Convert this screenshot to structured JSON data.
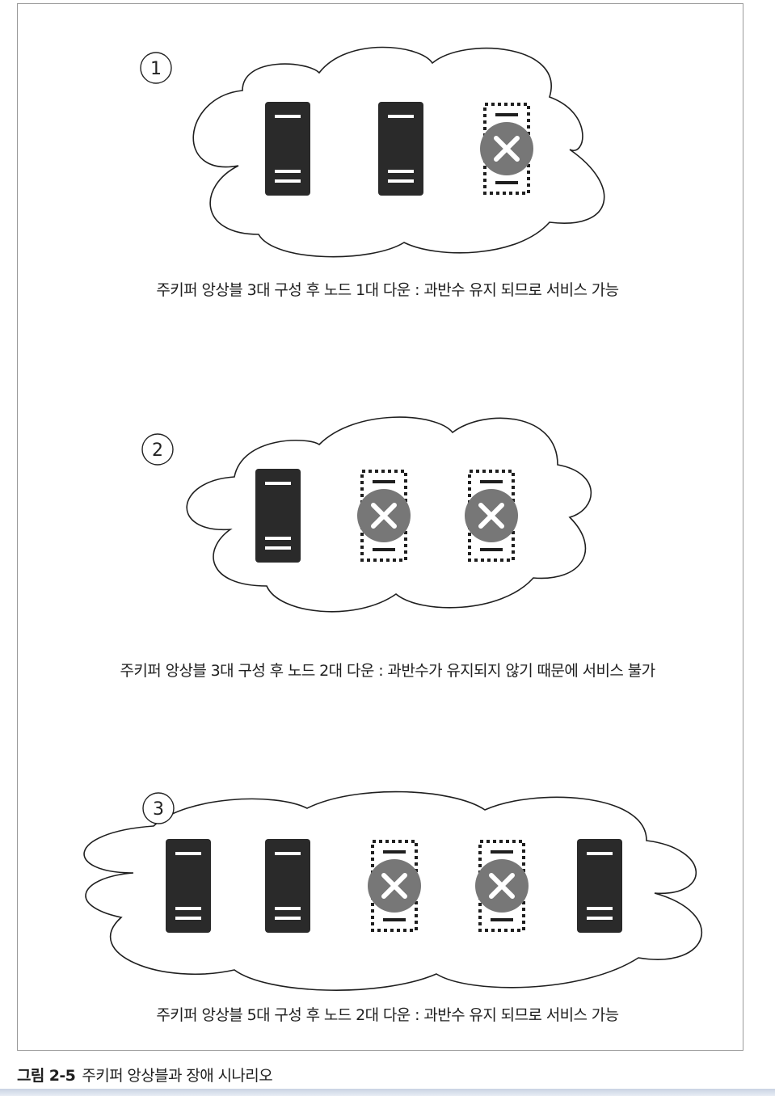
{
  "scenarios": [
    {
      "number": "1",
      "caption": "주키퍼 앙상블 3대 구성 후 노드 1대 다운 : 과반수 유지 되므로 서비스 가능",
      "nodes": [
        "up",
        "up",
        "down"
      ]
    },
    {
      "number": "2",
      "caption": "주키퍼 앙상블 3대 구성 후 노드 2대 다운 : 과반수가 유지되지 않기 때문에 서비스 불가",
      "nodes": [
        "up",
        "down",
        "down"
      ]
    },
    {
      "number": "3",
      "caption": "주키퍼 앙상블 5대 구성 후 노드 2대 다운 : 과반수 유지 되므로 서비스 가능",
      "nodes": [
        "up",
        "up",
        "down",
        "down",
        "up"
      ]
    }
  ],
  "figure": {
    "number": "그림 2-5",
    "title": "주키퍼 앙상블과 장애 시나리오"
  },
  "colors": {
    "server": "#2a2a2a",
    "down_circle": "#777777",
    "outline": "#1f1f1f"
  },
  "icons": {
    "server_up": "server-icon",
    "server_down": "failed-server-icon",
    "failure_mark": "x-circle-icon"
  }
}
